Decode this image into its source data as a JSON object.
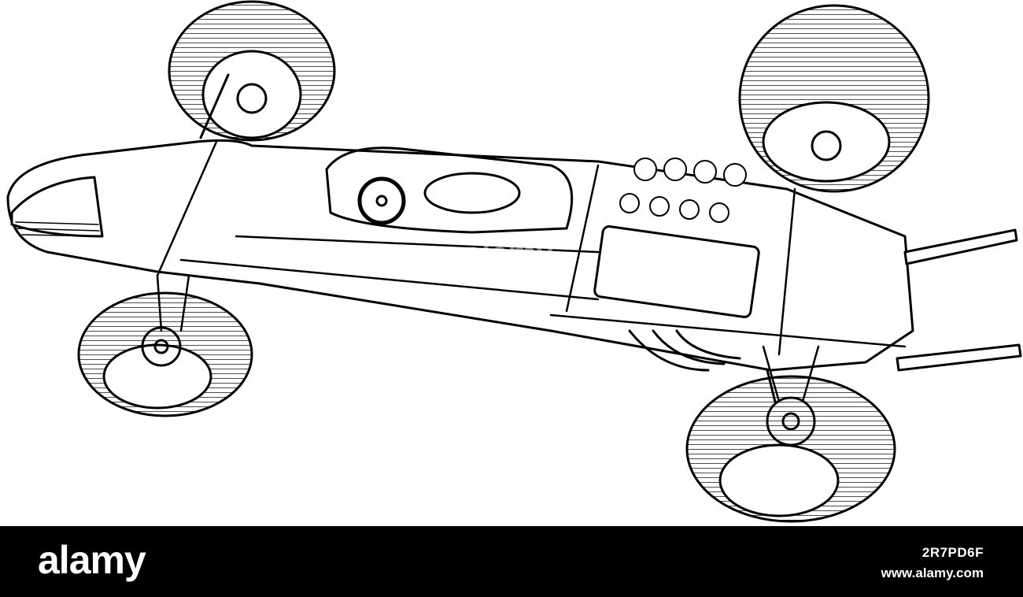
{
  "illustration": {
    "subject": "vintage formula racing car cutaway engraving",
    "ink_color": "#000000",
    "paper_color": "#ffffff"
  },
  "footer": {
    "brand": "alamy",
    "image_id": "2R7PD6F",
    "site": "www.alamy.com",
    "background": "#000000",
    "text_color": "#ffffff"
  },
  "watermark": {
    "text": "alamy"
  }
}
